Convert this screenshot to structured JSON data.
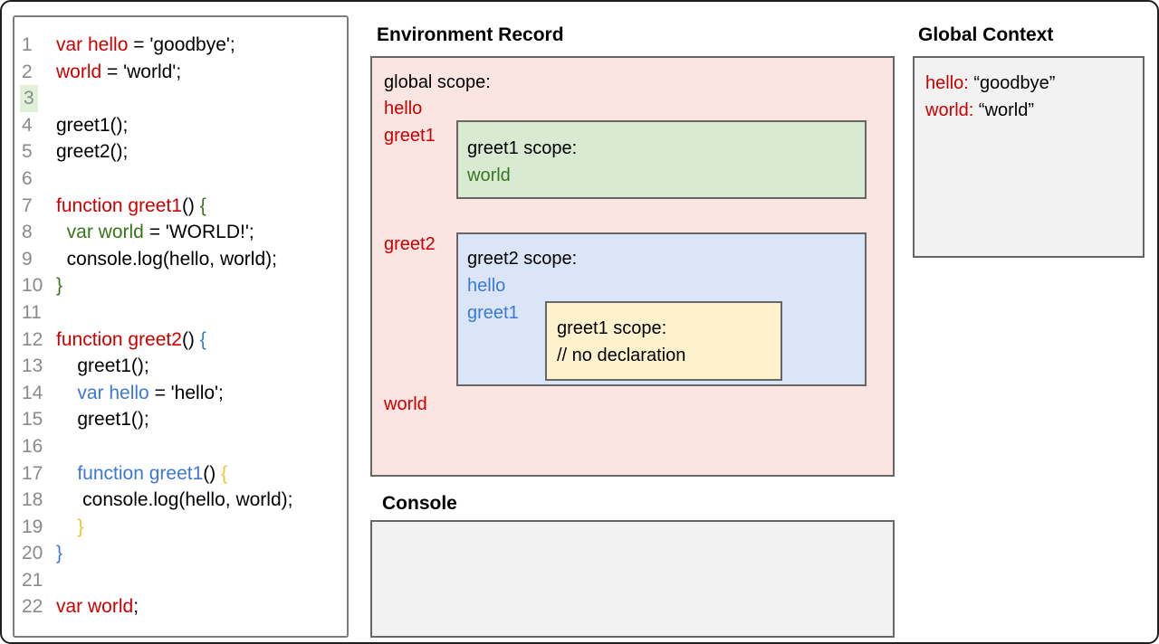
{
  "colors": {
    "code_red": "#cc0000",
    "code_green": "#38761d",
    "code_blue": "#3c78d8",
    "code_gold": "#f1c232",
    "line_number_gray": "#8a8a8a",
    "line3_highlight": "#e2f0d9",
    "global_scope_bg": "#fbe5e3",
    "greet1_scope_bg": "#d9ead3",
    "greet2_scope_bg": "#dae6f8",
    "inner_greet1_scope_bg": "#fdf2cc",
    "panel_gray_bg": "#f2f2f2",
    "box_border": "#666666"
  },
  "code": {
    "lines": [
      {
        "num": "1",
        "hl": false,
        "tokens": [
          {
            "t": "var hello",
            "c": "red"
          },
          {
            "t": " = 'goodbye';",
            "c": "k"
          }
        ]
      },
      {
        "num": "2",
        "hl": false,
        "tokens": [
          {
            "t": "world",
            "c": "red"
          },
          {
            "t": " = 'world';",
            "c": "k"
          }
        ]
      },
      {
        "num": "3",
        "hl": true,
        "tokens": []
      },
      {
        "num": "4",
        "hl": false,
        "tokens": [
          {
            "t": "greet1();",
            "c": "k"
          }
        ]
      },
      {
        "num": "5",
        "hl": false,
        "tokens": [
          {
            "t": "greet2();",
            "c": "k"
          }
        ]
      },
      {
        "num": "6",
        "hl": false,
        "tokens": []
      },
      {
        "num": "7",
        "hl": false,
        "tokens": [
          {
            "t": "function greet1",
            "c": "red"
          },
          {
            "t": "() ",
            "c": "k"
          },
          {
            "t": "{",
            "c": "green"
          }
        ]
      },
      {
        "num": "8",
        "hl": false,
        "tokens": [
          {
            "t": "  ",
            "c": "k"
          },
          {
            "t": "var world",
            "c": "green"
          },
          {
            "t": " = 'WORLD!';",
            "c": "k"
          }
        ]
      },
      {
        "num": "9",
        "hl": false,
        "tokens": [
          {
            "t": "  console.log(hello, world);",
            "c": "k"
          }
        ]
      },
      {
        "num": "10",
        "hl": false,
        "tokens": [
          {
            "t": "}",
            "c": "green"
          }
        ]
      },
      {
        "num": "11",
        "hl": false,
        "tokens": []
      },
      {
        "num": "12",
        "hl": false,
        "tokens": [
          {
            "t": "function greet2",
            "c": "red"
          },
          {
            "t": "() ",
            "c": "k"
          },
          {
            "t": "{",
            "c": "blue"
          }
        ]
      },
      {
        "num": "13",
        "hl": false,
        "tokens": [
          {
            "t": "    greet1();",
            "c": "k"
          }
        ]
      },
      {
        "num": "14",
        "hl": false,
        "tokens": [
          {
            "t": "    ",
            "c": "k"
          },
          {
            "t": "var hello",
            "c": "blue"
          },
          {
            "t": " = 'hello';",
            "c": "k"
          }
        ]
      },
      {
        "num": "15",
        "hl": false,
        "tokens": [
          {
            "t": "    greet1();",
            "c": "k"
          }
        ]
      },
      {
        "num": "16",
        "hl": false,
        "tokens": []
      },
      {
        "num": "17",
        "hl": false,
        "tokens": [
          {
            "t": "    ",
            "c": "k"
          },
          {
            "t": "function greet1",
            "c": "blue"
          },
          {
            "t": "() ",
            "c": "k"
          },
          {
            "t": "{",
            "c": "gold"
          }
        ]
      },
      {
        "num": "18",
        "hl": false,
        "tokens": [
          {
            "t": "     console.log(hello, world);",
            "c": "k"
          }
        ]
      },
      {
        "num": "19",
        "hl": false,
        "tokens": [
          {
            "t": "    ",
            "c": "k"
          },
          {
            "t": "}",
            "c": "gold"
          }
        ]
      },
      {
        "num": "20",
        "hl": false,
        "tokens": [
          {
            "t": "}",
            "c": "blue"
          }
        ]
      },
      {
        "num": "21",
        "hl": false,
        "tokens": []
      },
      {
        "num": "22",
        "hl": false,
        "tokens": [
          {
            "t": "var world",
            "c": "red"
          },
          {
            "t": ";",
            "c": "k"
          }
        ]
      }
    ]
  },
  "env": {
    "title": "Environment Record",
    "global_label": "global scope:",
    "hello": "hello",
    "greet1": "greet1",
    "greet2": "greet2",
    "world": "world",
    "greet1_scope": {
      "label": "greet1 scope:",
      "world": "world"
    },
    "greet2_scope": {
      "label": "greet2 scope:",
      "hello": "hello",
      "greet1": "greet1",
      "inner_greet1_scope": {
        "label": "greet1 scope:",
        "comment": "// no declaration"
      }
    }
  },
  "console_panel": {
    "title": "Console"
  },
  "global_context": {
    "title": "Global Context",
    "hello_key": "hello:",
    "hello_val": " “goodbye”",
    "world_key": "world:",
    "world_val": " “world”"
  }
}
